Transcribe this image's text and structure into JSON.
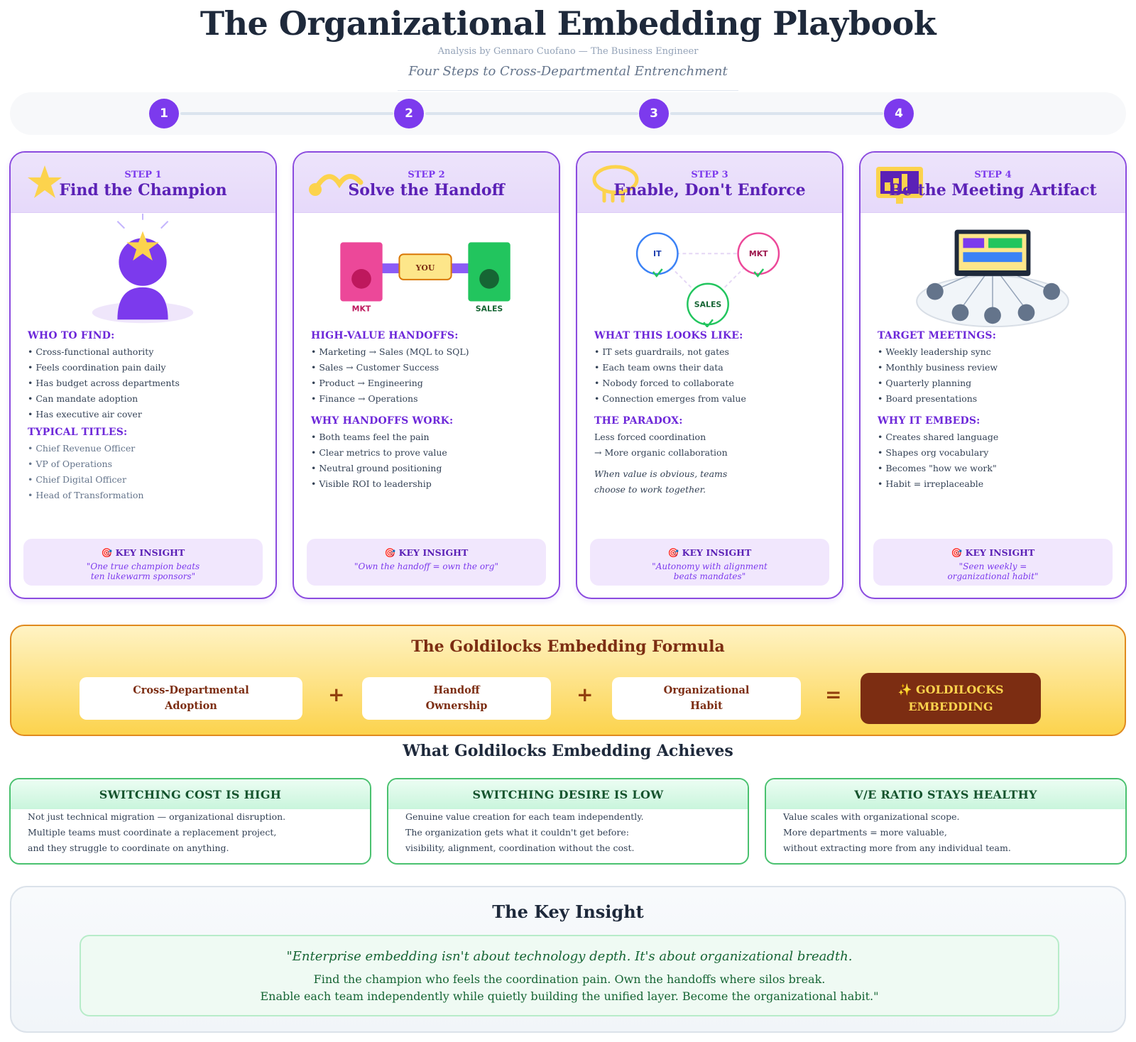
{
  "header": {
    "title": "The Organizational Embedding Playbook",
    "byline": "Analysis by Gennaro Cuofano — The Business Engineer",
    "subtitle": "Four Steps to Cross-Departmental Entrenchment"
  },
  "step_numbers": [
    "1",
    "2",
    "3",
    "4"
  ],
  "colors": {
    "accent": "#7c3aed",
    "accent_dark": "#5b21b6",
    "gold": "#fcd34d",
    "brown": "#7c2d12",
    "green": "#22c55e",
    "pink": "#ec4899",
    "blue": "#3b82f6"
  },
  "cards": [
    {
      "step": "STEP 1",
      "title": "Find the Champion",
      "icon": "star-icon",
      "sections": [
        {
          "heading": "WHO TO FIND:",
          "items": [
            "Cross-functional authority",
            "Feels coordination pain daily",
            "Has budget across departments",
            "Can mandate adoption",
            "Has executive air cover"
          ]
        },
        {
          "heading": "TYPICAL TITLES:",
          "items": [
            "Chief Revenue Officer",
            "VP of Operations",
            "Chief Digital Officer",
            "Head of Transformation"
          ]
        }
      ],
      "insight_label": "KEY INSIGHT",
      "insight_quote": "\"One true champion beats\nten lukewarm sponsors\""
    },
    {
      "step": "STEP 2",
      "title": "Solve the Handoff",
      "icon": "handoff-arc-icon",
      "illus_labels": {
        "left": "MKT",
        "middle": "YOU",
        "right": "SALES"
      },
      "sections": [
        {
          "heading": "HIGH-VALUE HANDOFFS:",
          "items": [
            "Marketing → Sales (MQL to SQL)",
            "Sales → Customer Success",
            "Product → Engineering",
            "Finance → Operations"
          ]
        },
        {
          "heading": "WHY HANDOFFS WORK:",
          "items": [
            "Both teams feel the pain",
            "Clear metrics to prove value",
            "Neutral ground positioning",
            "Visible ROI to leadership"
          ]
        }
      ],
      "insight_label": "KEY INSIGHT",
      "insight_quote": "\"Own the handoff = own the org\""
    },
    {
      "step": "STEP 3",
      "title": "Enable, Don't Enforce",
      "icon": "bubble-icon",
      "illus_labels": {
        "a": "IT",
        "b": "MKT",
        "c": "SALES"
      },
      "sections": [
        {
          "heading": "WHAT THIS LOOKS LIKE:",
          "items": [
            "IT sets guardrails, not gates",
            "Each team owns their data",
            "Nobody forced to collaborate",
            "Connection emerges from value"
          ]
        }
      ],
      "paradox_heading": "THE PARADOX:",
      "paradox_line1": "Less forced coordination",
      "paradox_line2": "→ More organic collaboration",
      "paradox_note_1": "When value is obvious, teams",
      "paradox_note_2": "choose to work together.",
      "insight_label": "KEY INSIGHT",
      "insight_quote": "\"Autonomy with alignment\nbeats mandates\""
    },
    {
      "step": "STEP 4",
      "title": "Be the Meeting Artifact",
      "icon": "bar-chart-icon",
      "sections": [
        {
          "heading": "TARGET MEETINGS:",
          "items": [
            "Weekly leadership sync",
            "Monthly business review",
            "Quarterly planning",
            "Board presentations"
          ]
        },
        {
          "heading": "WHY IT EMBEDS:",
          "items": [
            "Creates shared language",
            "Shapes org vocabulary",
            "Becomes \"how we work\"",
            "Habit = irreplaceable"
          ]
        }
      ],
      "insight_label": "KEY INSIGHT",
      "insight_quote": "\"Seen weekly =\norganizational habit\""
    }
  ],
  "formula": {
    "title": "The Goldilocks Embedding Formula",
    "terms": [
      "Cross-Departmental\nAdoption",
      "Handoff\nOwnership",
      "Organizational\nHabit"
    ],
    "plus": "+",
    "equals": "=",
    "result": "✨ GOLDILOCKS\nEMBEDDING"
  },
  "achieves": {
    "title": "What Goldilocks Embedding Achieves",
    "cards": [
      {
        "title": "SWITCHING COST IS HIGH",
        "lines": [
          "Not just technical migration — organizational disruption.",
          "Multiple teams must coordinate a replacement project,",
          "and they struggle to coordinate on anything."
        ]
      },
      {
        "title": "SWITCHING DESIRE IS LOW",
        "lines": [
          "Genuine value creation for each team independently.",
          "The organization gets what it couldn't get before:",
          "visibility, alignment, coordination without the cost."
        ]
      },
      {
        "title": "V/E RATIO STAYS HEALTHY",
        "lines": [
          "Value scales with organizational scope.",
          "More departments = more valuable,",
          "without extracting more from any individual team."
        ]
      }
    ]
  },
  "key_insight": {
    "title": "The Key Insight",
    "line1": "\"Enterprise embedding isn't about technology depth. It's about organizational breadth.",
    "line2": "Find the champion who feels the coordination pain. Own the handoffs where silos break.",
    "line3": "Enable each team independently while quietly building the unified layer. Become the organizational habit.\""
  }
}
